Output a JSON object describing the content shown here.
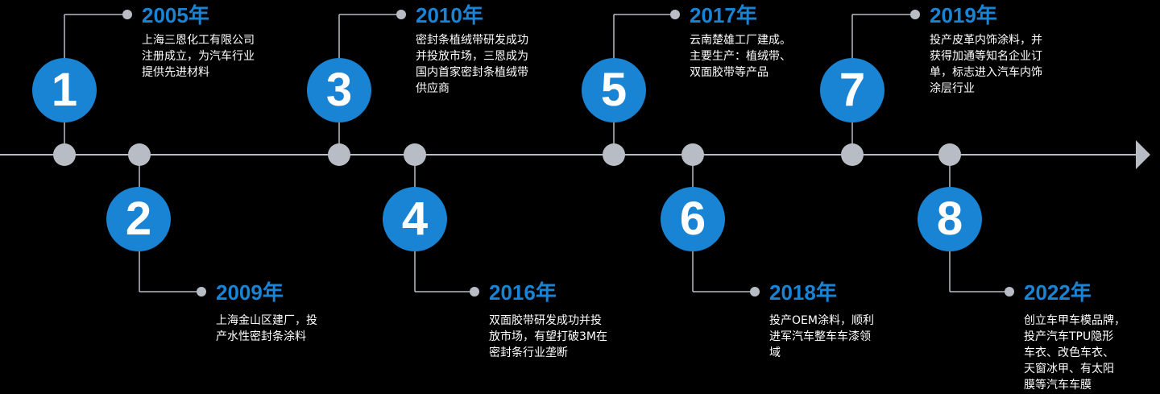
{
  "milestones": [
    {
      "num": "1",
      "year": "2005年",
      "desc": "上海三恩化工有限公司\n注册成立，为汽车行业\n提供先进材料"
    },
    {
      "num": "2",
      "year": "2009年",
      "desc": "上海金山区建厂，投\n产水性密封条涂料"
    },
    {
      "num": "3",
      "year": "2010年",
      "desc": "密封条植绒带研发成功\n并投放市场，三恩成为\n国内首家密封条植绒带\n供应商"
    },
    {
      "num": "4",
      "year": "2016年",
      "desc": "双面胶带研发成功并投\n放市场，有望打破3M在\n密封条行业垄断"
    },
    {
      "num": "5",
      "year": "2017年",
      "desc": "云南楚雄工厂建成。\n主要生产：植绒带、\n双面胶带等产品"
    },
    {
      "num": "6",
      "year": "2018年",
      "desc": "投产OEM涂料，顺利\n进军汽车整车车漆领\n域"
    },
    {
      "num": "7",
      "year": "2019年",
      "desc": "投产皮革内饰涂料，并\n获得加通等知名企业订\n单，标志进入汽车内饰\n涂层行业"
    },
    {
      "num": "8",
      "year": "2022年",
      "desc": "创立车甲车模品牌，\n投产汽车TPU隐形\n车衣、改色车衣、\n天窗冰甲、有太阳\n膜等汽车车膜"
    }
  ],
  "colors": {
    "accent": "#1a84d4",
    "line": "#b8bcc4",
    "background": "#000000"
  }
}
